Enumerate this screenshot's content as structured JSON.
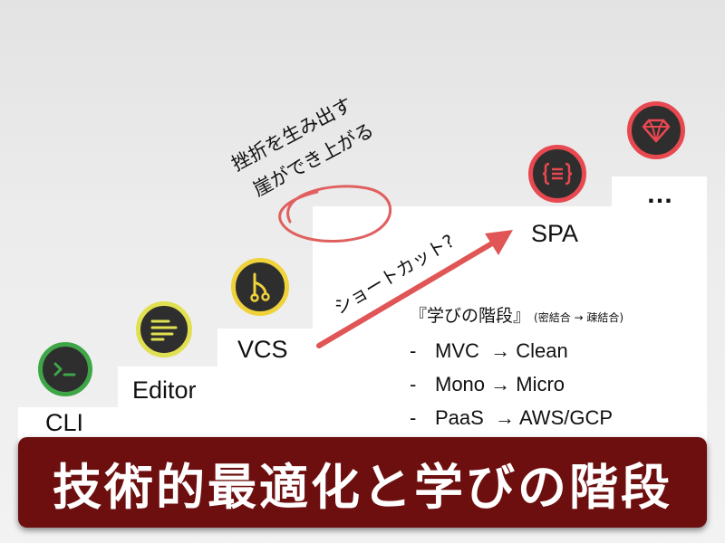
{
  "title": "技術的最適化と学びの階段",
  "steps": [
    {
      "label": "CLI",
      "icon": "terminal-icon",
      "icon_color": "#3fa648"
    },
    {
      "label": "Editor",
      "icon": "text-lines-icon",
      "icon_color": "#e0e050"
    },
    {
      "label": "VCS",
      "icon": "git-branch-icon",
      "icon_color": "#f0d23a"
    },
    {
      "label": "SPA",
      "icon": "code-braces-icon",
      "icon_color": "#e8484f"
    },
    {
      "label": "…",
      "icon": "gem-icon",
      "icon_color": "#e8484f"
    }
  ],
  "cliff_note": {
    "line1": "挫折を生み出す",
    "line2": "崖ができ上がる"
  },
  "shortcut_label": "ショートカット?",
  "learning": {
    "heading": "『学びの階段』",
    "subheading": "(密結合 → 疎結合)",
    "bullet": "-",
    "items": [
      "MVC  → Clean",
      "Mono → Micro",
      "PaaS  → AWS/GCP"
    ]
  },
  "colors": {
    "banner": "#6e0f0f",
    "arrow": "#e05555",
    "circle": "#e06060"
  }
}
